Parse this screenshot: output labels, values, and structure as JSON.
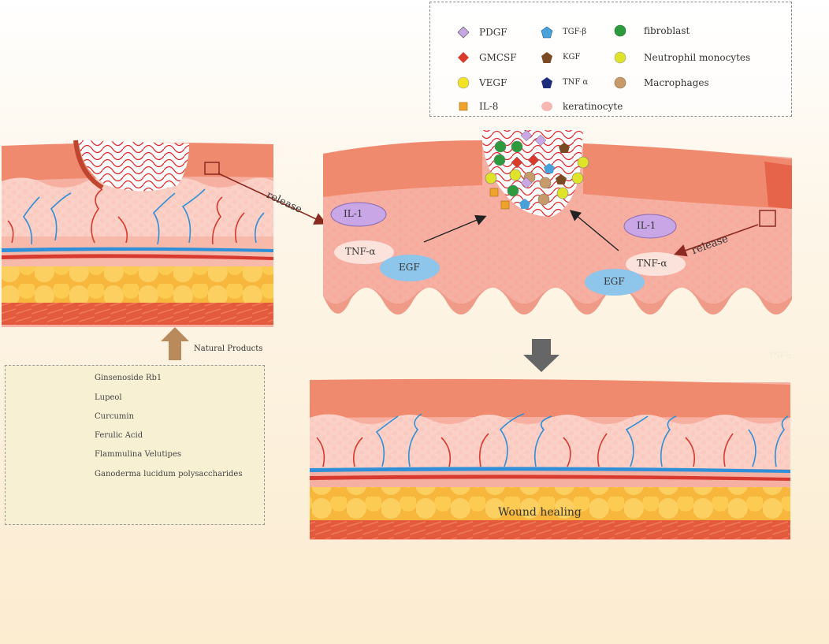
{
  "legend": {
    "items": [
      {
        "label": "PDGF",
        "shape": "diamond",
        "color": "#c9a6e6"
      },
      {
        "label": "GMCSF",
        "shape": "diamond",
        "color": "#d93a2b"
      },
      {
        "label": "VEGF",
        "shape": "circle",
        "color": "#f2e424"
      },
      {
        "label": "IL-8",
        "shape": "square",
        "color": "#f0a32a"
      },
      {
        "label": "TGF-β",
        "shape": "pentagon",
        "color": "#4aa0d8"
      },
      {
        "label": "KGF",
        "shape": "pentagon",
        "color": "#7a4a24"
      },
      {
        "label": "TNF α",
        "shape": "pentagon",
        "color": "#1c2c7a"
      },
      {
        "label": "keratinocyte",
        "shape": "ellipse",
        "color": "#f7b8b4"
      },
      {
        "label": "fibroblast",
        "shape": "circle",
        "color": "#2d9a3e"
      },
      {
        "label": "Neutrophil monocytes",
        "shape": "circle",
        "color": "#dfe32a"
      },
      {
        "label": "Macrophages",
        "shape": "circle",
        "color": "#c79a6a"
      }
    ]
  },
  "natural_products": {
    "label": "Natural Products",
    "items": [
      "Ginsenoside Rb1",
      "Lupeol",
      "Curcumin",
      "Ferulic Acid",
      "Flammulina Velutipes",
      "Ganoderma lucidum polysaccharides"
    ]
  },
  "cytokines": {
    "il1": "IL-1",
    "tnf": "TNF-α",
    "egf": "EGF"
  },
  "release_label": "release",
  "healing_label": "Wound healing",
  "ghost_label": "TNF-α",
  "colors": {
    "epidermis": "#f08a6e",
    "dermis": "#f7b3a6",
    "dermis_light": "#fbd0c6",
    "vessel_blue": "#2f8fd8",
    "vessel_red": "#d83a30",
    "fat": "#f7c14a",
    "muscle": "#e45a3c",
    "arrow_brown": "#b98a5c",
    "arrow_gray": "#666666",
    "il1_fill": "#c9a6e6",
    "egf_fill": "#8ec5ea",
    "tnf_fill": "#fbe3db"
  }
}
